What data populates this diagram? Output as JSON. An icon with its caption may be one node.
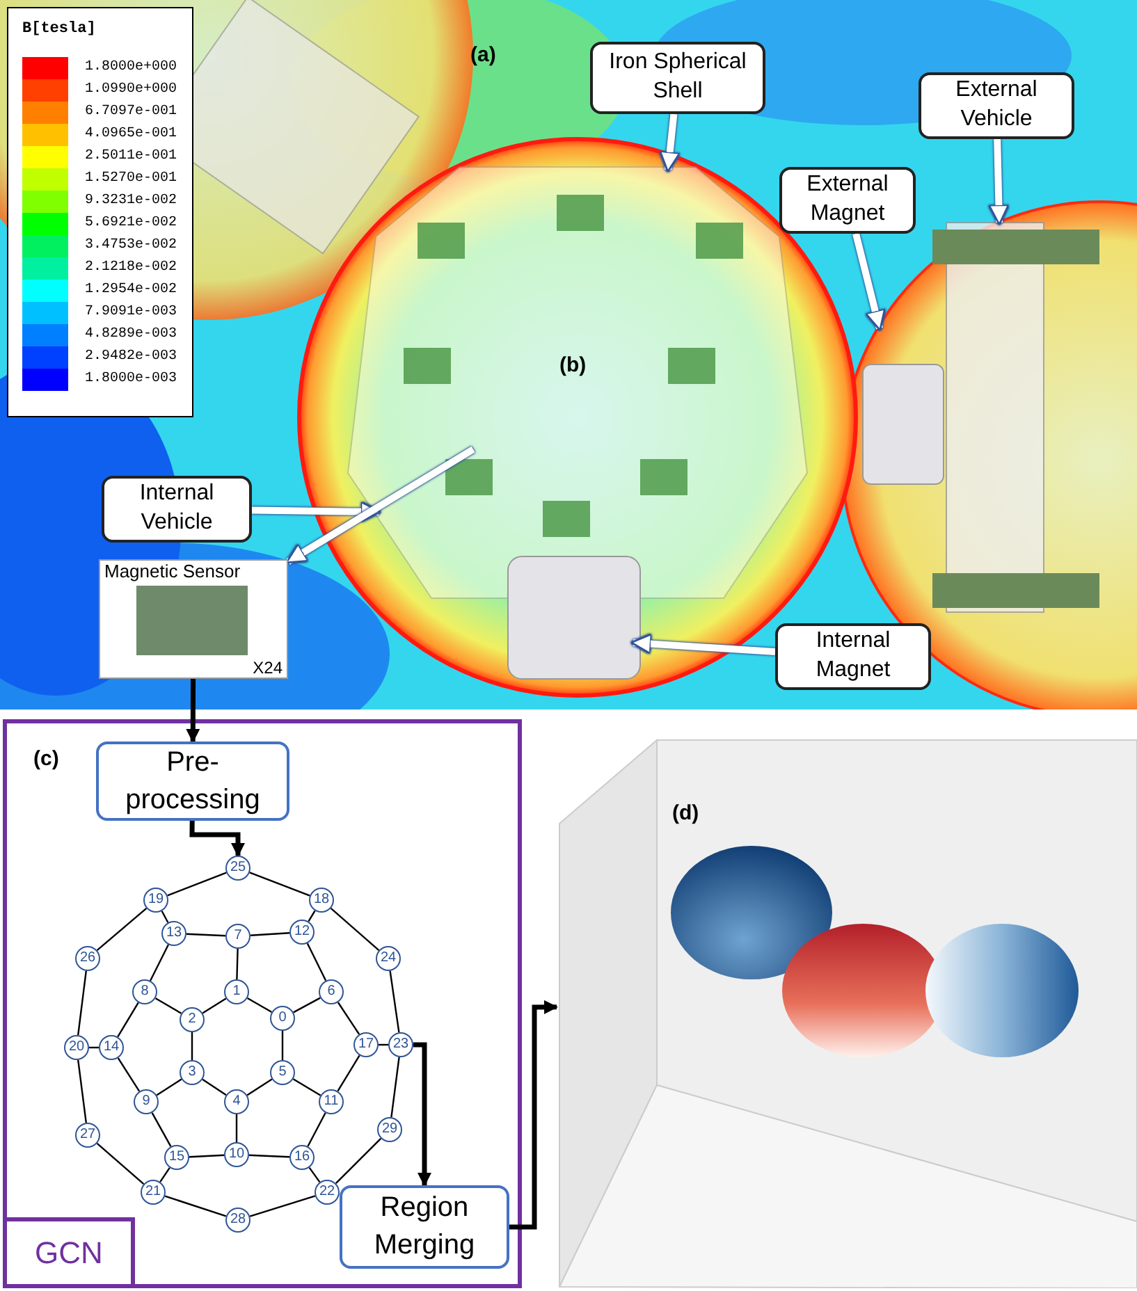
{
  "diagram": {
    "nodes": [
      {
        "text": [
          "Iron Spherical Shell"
        ]
      },
      {
        "text": [
          "External Vehicle"
        ]
      },
      {
        "text": [
          "External Magnet"
        ]
      },
      {
        "text": [
          "Internal Vehicle"
        ]
      },
      {
        "text": [
          "Internal Magnet"
        ]
      },
      {
        "text": [
          "Magnetic Sensor",
          "X24"
        ]
      },
      {
        "text": [
          "GCN"
        ]
      },
      {
        "text": [
          "Pre-processing"
        ],
        "in": 6
      },
      {
        "text": [
          "Region Merging"
        ],
        "in": 6
      },
      {
        "text": [
          "0"
        ],
        "in": 6
      },
      {
        "text": [
          "1"
        ],
        "in": 6
      },
      {
        "text": [
          "2"
        ],
        "in": 6
      },
      {
        "text": [
          "3"
        ],
        "in": 6
      },
      {
        "text": [
          "4"
        ],
        "in": 6
      },
      {
        "text": [
          "5"
        ],
        "in": 6
      },
      {
        "text": [
          "6"
        ],
        "in": 6
      },
      {
        "text": [
          "7"
        ],
        "in": 6
      },
      {
        "text": [
          "8"
        ],
        "in": 6
      },
      {
        "text": [
          "9"
        ],
        "in": 6
      },
      {
        "text": [
          "10"
        ],
        "in": 6
      },
      {
        "text": [
          "11"
        ],
        "in": 6
      },
      {
        "text": [
          "12"
        ],
        "in": 6
      },
      {
        "text": [
          "13"
        ],
        "in": 6
      },
      {
        "text": [
          "14"
        ],
        "in": 6
      },
      {
        "text": [
          "15"
        ],
        "in": 6
      },
      {
        "text": [
          "16"
        ],
        "in": 6
      },
      {
        "text": [
          "17"
        ],
        "in": 6
      },
      {
        "text": [
          "18"
        ],
        "in": 6
      },
      {
        "text": [
          "19"
        ],
        "in": 6
      },
      {
        "text": [
          "20"
        ],
        "in": 6
      },
      {
        "text": [
          "21"
        ],
        "in": 6
      },
      {
        "text": [
          "22"
        ],
        "in": 6
      },
      {
        "text": [
          "23"
        ],
        "in": 6
      },
      {
        "text": [
          "24"
        ],
        "in": 6
      },
      {
        "text": [
          "25"
        ],
        "in": 6
      },
      {
        "text": [
          "26"
        ],
        "in": 6
      },
      {
        "text": [
          "27"
        ],
        "in": 6
      },
      {
        "text": [
          "28"
        ],
        "in": 6
      },
      {
        "text": [
          "29"
        ],
        "in": 6
      },
      {
        "text": [],
        "shape": "picture"
      }
    ],
    "edges": [
      {
        "from": 0,
        "to": null,
        "arrow": "to",
        "style": "thick",
        "color": "#ffffff"
      },
      {
        "from": 1,
        "to": null,
        "arrow": "to",
        "style": "thick",
        "color": "#ffffff"
      },
      {
        "from": 2,
        "to": null,
        "arrow": "to",
        "style": "thick",
        "color": "#ffffff"
      },
      {
        "from": 3,
        "to": null,
        "arrow": "to",
        "style": "thick",
        "color": "#ffffff"
      },
      {
        "from": 4,
        "to": null,
        "arrow": "to",
        "style": "thick",
        "color": "#ffffff"
      },
      {
        "from": null,
        "to": 5,
        "arrow": "to",
        "style": "thick",
        "color": "#ffffff"
      },
      {
        "from": 5,
        "to": 7,
        "arrow": "to",
        "style": "thick"
      },
      {
        "from": 7,
        "to": 34,
        "arrow": "to",
        "style": "thick"
      },
      {
        "from": 32,
        "to": 8,
        "arrow": "to",
        "style": "thick"
      },
      {
        "from": 8,
        "to": 39,
        "arrow": "to",
        "style": "thick"
      },
      {
        "from": 9,
        "to": 10,
        "arrow": "none"
      },
      {
        "from": 10,
        "to": 11,
        "arrow": "none"
      },
      {
        "from": 11,
        "to": 12,
        "arrow": "none"
      },
      {
        "from": 12,
        "to": 13,
        "arrow": "none"
      },
      {
        "from": 13,
        "to": 14,
        "arrow": "none"
      },
      {
        "from": 14,
        "to": 9,
        "arrow": "none"
      },
      {
        "from": 10,
        "to": 16,
        "arrow": "none"
      },
      {
        "from": 11,
        "to": 17,
        "arrow": "none"
      },
      {
        "from": 12,
        "to": 18,
        "arrow": "none"
      },
      {
        "from": 13,
        "to": 19,
        "arrow": "none"
      },
      {
        "from": 14,
        "to": 20,
        "arrow": "none"
      },
      {
        "from": 9,
        "to": 15,
        "arrow": "none"
      },
      {
        "from": 16,
        "to": 22,
        "arrow": "none"
      },
      {
        "from": 16,
        "to": 21,
        "arrow": "none"
      },
      {
        "from": 17,
        "to": 22,
        "arrow": "none"
      },
      {
        "from": 17,
        "to": 23,
        "arrow": "none"
      },
      {
        "from": 18,
        "to": 23,
        "arrow": "none"
      },
      {
        "from": 18,
        "to": 24,
        "arrow": "none"
      },
      {
        "from": 19,
        "to": 24,
        "arrow": "none"
      },
      {
        "from": 19,
        "to": 25,
        "arrow": "none"
      },
      {
        "from": 20,
        "to": 25,
        "arrow": "none"
      },
      {
        "from": 20,
        "to": 26,
        "arrow": "none"
      },
      {
        "from": 15,
        "to": 26,
        "arrow": "none"
      },
      {
        "from": 15,
        "to": 21,
        "arrow": "none"
      },
      {
        "from": 21,
        "to": 27,
        "arrow": "none"
      },
      {
        "from": 22,
        "to": 28,
        "arrow": "none"
      },
      {
        "from": 23,
        "to": 29,
        "arrow": "none"
      },
      {
        "from": 24,
        "to": 30,
        "arrow": "none"
      },
      {
        "from": 25,
        "to": 31,
        "arrow": "none"
      },
      {
        "from": 26,
        "to": 32,
        "arrow": "none"
      },
      {
        "from": 34,
        "to": 28,
        "arrow": "none"
      },
      {
        "from": 28,
        "to": 35,
        "arrow": "none"
      },
      {
        "from": 35,
        "to": 29,
        "arrow": "none"
      },
      {
        "from": 29,
        "to": 36,
        "arrow": "none"
      },
      {
        "from": 36,
        "to": 30,
        "arrow": "none"
      },
      {
        "from": 30,
        "to": 37,
        "arrow": "none"
      },
      {
        "from": 37,
        "to": 31,
        "arrow": "none"
      },
      {
        "from": 31,
        "to": 38,
        "arrow": "none"
      },
      {
        "from": 38,
        "to": 32,
        "arrow": "none"
      },
      {
        "from": 32,
        "to": 33,
        "arrow": "none"
      },
      {
        "from": 33,
        "to": 27,
        "arrow": "none"
      },
      {
        "from": 27,
        "to": 34,
        "arrow": "none"
      }
    ],
    "labels": [
      "B[tesla]",
      "(a)",
      "(b)",
      "(c)",
      "(d)"
    ],
    "legend": [
      {
        "text": "1.8000e+000",
        "color": "#ff0000"
      },
      {
        "text": "1.0990e+000",
        "color": "#ff4000"
      },
      {
        "text": "6.7097e-001",
        "color": "#ff8000"
      },
      {
        "text": "4.0965e-001",
        "color": "#ffc000"
      },
      {
        "text": "2.5011e-001",
        "color": "#ffff00"
      },
      {
        "text": "1.5270e-001",
        "color": "#c0ff00"
      },
      {
        "text": "9.3231e-002",
        "color": "#80ff00"
      },
      {
        "text": "5.6921e-002",
        "color": "#00ff00"
      },
      {
        "text": "3.4753e-002",
        "color": "#00f060"
      },
      {
        "text": "2.1218e-002",
        "color": "#00f0a0"
      },
      {
        "text": "1.2954e-002",
        "color": "#00ffff"
      },
      {
        "text": "7.9091e-003",
        "color": "#00c0ff"
      },
      {
        "text": "4.8289e-003",
        "color": "#0080ff"
      },
      {
        "text": "2.9482e-003",
        "color": "#0040ff"
      },
      {
        "text": "1.8000e-003",
        "color": "#0000ff"
      }
    ]
  }
}
